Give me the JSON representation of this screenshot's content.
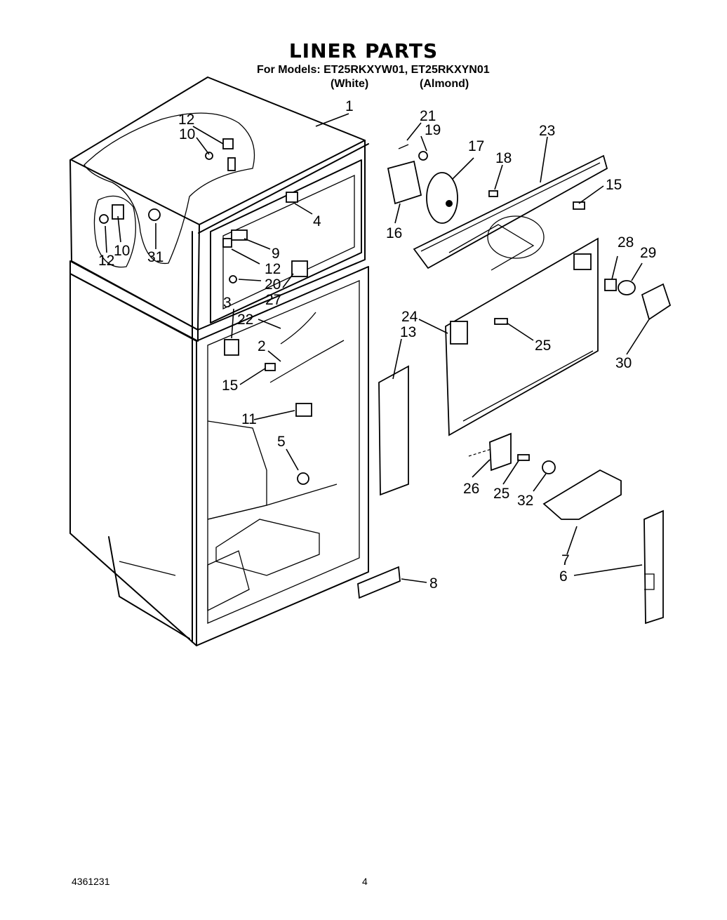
{
  "title": "LINER PARTS",
  "models_line": "For Models: ET25RKXYW01, ET25RKXYN01",
  "variants": {
    "white": "(White)",
    "almond": "(Almond)"
  },
  "callouts": {
    "c1": "1",
    "c2": "2",
    "c3": "3",
    "c4": "4",
    "c5": "5",
    "c6": "6",
    "c7": "7",
    "c8": "8",
    "c9": "9",
    "c10a": "10",
    "c10b": "10",
    "c11": "11",
    "c12a": "12",
    "c12b": "12",
    "c12c": "12",
    "c13": "13",
    "c15a": "15",
    "c15b": "15",
    "c16": "16",
    "c17": "17",
    "c18": "18",
    "c19": "19",
    "c20": "20",
    "c21": "21",
    "c22": "22",
    "c23": "23",
    "c24": "24",
    "c25a": "25",
    "c25b": "25",
    "c26": "26",
    "c27": "27",
    "c28": "28",
    "c29": "29",
    "c30": "30",
    "c31": "31",
    "c32": "32"
  },
  "footer": {
    "doc_number": "4361231",
    "page_number": "4"
  }
}
